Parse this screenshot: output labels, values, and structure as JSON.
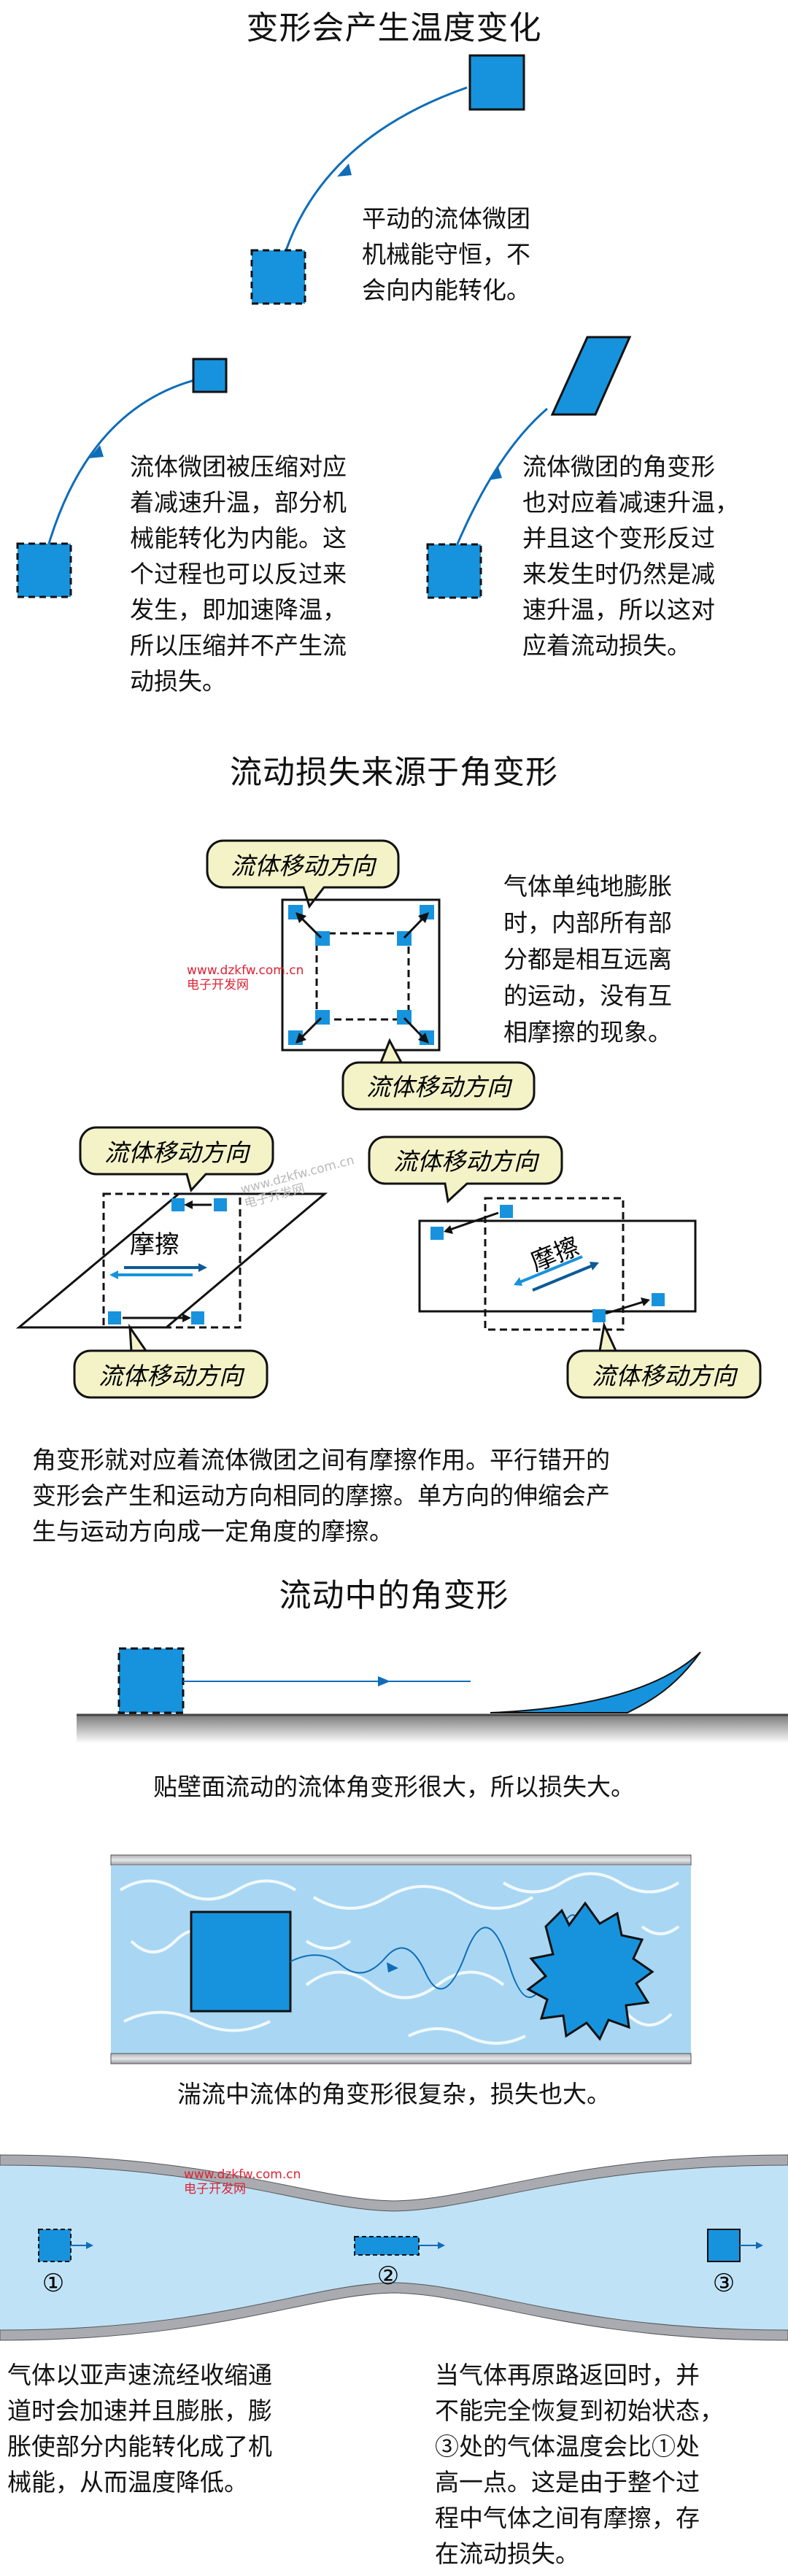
{
  "sections": {
    "s1_title": "变形会产生温度变化",
    "s2_title": "流动损失来源于角变形",
    "s3_title": "流动中的角变形"
  },
  "s1": {
    "translation_text": [
      "平动的流体微团",
      "机械能守恒，不",
      "会向内能转化。"
    ],
    "compression_text": [
      "流体微团被压缩对应",
      "着减速升温，部分机",
      "械能转化为内能。这",
      "个过程也可以反过来",
      "发生，即加速降温，",
      "所以压缩并不产生流",
      "动损失。"
    ],
    "shear_text": [
      "流体微团的角变形",
      "也对应着减速升温，",
      "并且这个变形反过",
      "来发生时仍然是减",
      "速升温，所以这对",
      "应着流动损失。"
    ]
  },
  "s2": {
    "flow_direction_label": "流体移动方向",
    "friction_label": "摩擦",
    "expansion_text": [
      "气体单纯地膨胀",
      "时，内部所有部",
      "分都是相互远离",
      "的运动，没有互",
      "相摩擦的现象。"
    ],
    "explain_text": [
      "角变形就对应着流体微团之间有摩擦作用。平行错开的",
      "变形会产生和运动方向相同的摩擦。单方向的伸缩会产",
      "生与运动方向成一定角度的摩擦。"
    ]
  },
  "s3": {
    "wall_caption": "贴壁面流动的流体角变形很大，所以损失大。",
    "turbulent_caption": "湍流中流体的角变形很复杂，损失也大。",
    "nozzle_markers": [
      "①",
      "②",
      "③"
    ],
    "nozzle_text_left": [
      "气体以亚声速流经收缩通",
      "道时会加速并且膨胀，膨",
      "胀使部分内能转化成了机",
      "械能，从而温度降低。"
    ],
    "nozzle_text_right": [
      "当气体再原路返回时，并",
      "不能完全恢复到初始状态，",
      "③处的气体温度会比①处",
      "高一点。这是由于整个过",
      "程中气体之间有摩擦，存",
      "在流动损失。"
    ]
  },
  "watermark": {
    "url": "www.dzkfw.com.cn",
    "name": "电子开发网"
  },
  "colors": {
    "fluid_blue": "#1793de",
    "dark_blue": "#0d5a96",
    "callout_fill": "#f4f3c8",
    "pipe_fill": "#bfe2f6"
  }
}
